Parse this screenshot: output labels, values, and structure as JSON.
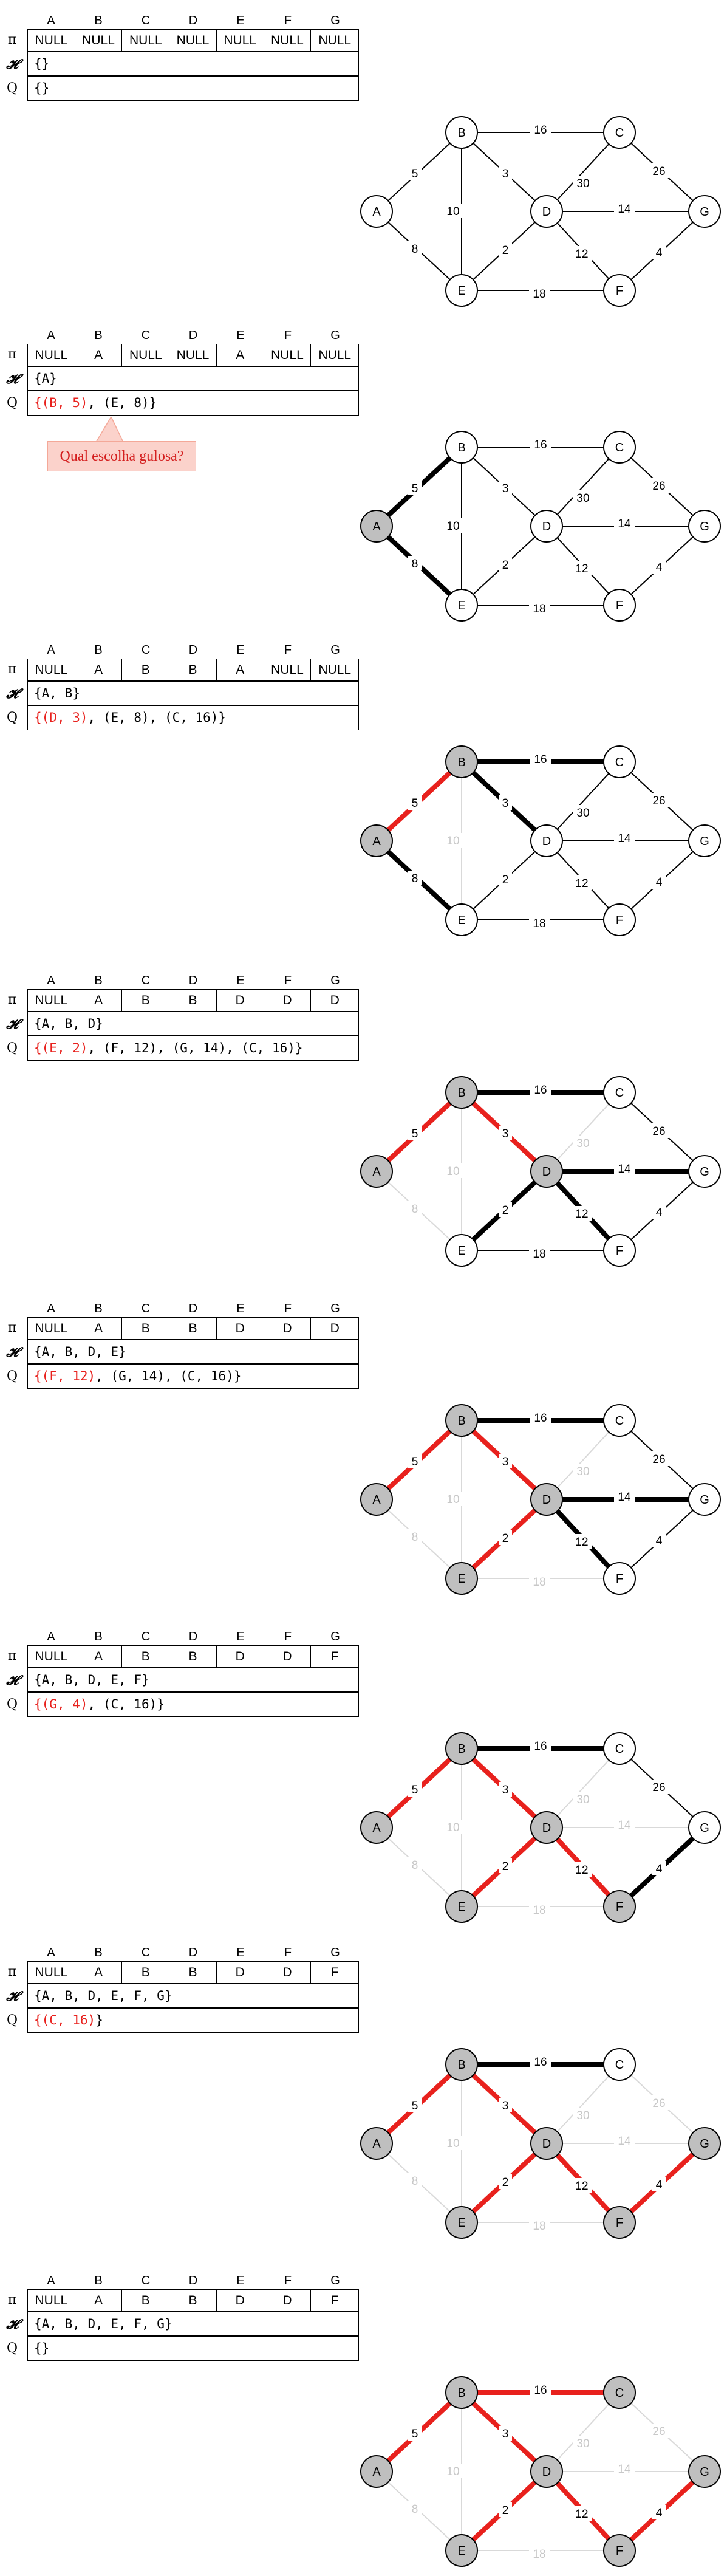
{
  "columns": [
    "A",
    "B",
    "C",
    "D",
    "E",
    "F",
    "G"
  ],
  "row_labels": {
    "pi": "π",
    "h": "𝓗",
    "q": "Q"
  },
  "callout": "Qual escolha gulosa?",
  "graph": {
    "nodes": [
      "A",
      "B",
      "C",
      "D",
      "E",
      "F",
      "G"
    ],
    "edges": [
      {
        "id": "AB",
        "from": "A",
        "to": "B",
        "weight": "5"
      },
      {
        "id": "AE",
        "from": "A",
        "to": "E",
        "weight": "8"
      },
      {
        "id": "BC",
        "from": "B",
        "to": "C",
        "weight": "16"
      },
      {
        "id": "BE",
        "from": "B",
        "to": "E",
        "weight": "10"
      },
      {
        "id": "BD",
        "from": "B",
        "to": "D",
        "weight": "3"
      },
      {
        "id": "CD",
        "from": "C",
        "to": "D",
        "weight": "30"
      },
      {
        "id": "CG",
        "from": "C",
        "to": "G",
        "weight": "26"
      },
      {
        "id": "DG",
        "from": "D",
        "to": "G",
        "weight": "14"
      },
      {
        "id": "DE",
        "from": "D",
        "to": "E",
        "weight": "2"
      },
      {
        "id": "DF",
        "from": "D",
        "to": "F",
        "weight": "12"
      },
      {
        "id": "EF",
        "from": "E",
        "to": "F",
        "weight": "18"
      },
      {
        "id": "FG",
        "from": "F",
        "to": "G",
        "weight": "4"
      }
    ]
  },
  "steps": [
    {
      "pi": [
        "NULL",
        "NULL",
        "NULL",
        "NULL",
        "NULL",
        "NULL",
        "NULL"
      ],
      "h": "{}",
      "q": "{}",
      "q_highlight": "",
      "visited": [],
      "edge_styles": {}
    },
    {
      "pi": [
        "NULL",
        "A",
        "NULL",
        "NULL",
        "A",
        "NULL",
        "NULL"
      ],
      "h": "{A}",
      "q": ", (E, 8)}",
      "q_highlight": "(B, 5)",
      "visited": [
        "A"
      ],
      "edge_styles": {
        "AB": "bold",
        "AE": "bold"
      }
    },
    {
      "pi": [
        "NULL",
        "A",
        "B",
        "B",
        "A",
        "NULL",
        "NULL"
      ],
      "h": "{A, B}",
      "q": ", (E, 8), (C, 16)}",
      "q_highlight": "(D, 3)",
      "visited": [
        "A",
        "B"
      ],
      "edge_styles": {
        "AB": "red",
        "AE": "bold",
        "BC": "bold",
        "BD": "bold",
        "BE": "faded"
      }
    },
    {
      "pi": [
        "NULL",
        "A",
        "B",
        "B",
        "D",
        "D",
        "D"
      ],
      "h": "{A, B, D}",
      "q": ", (F, 12), (G, 14), (C, 16)}",
      "q_highlight": "(E, 2)",
      "visited": [
        "A",
        "B",
        "D"
      ],
      "edge_styles": {
        "AB": "red",
        "BD": "red",
        "AE": "faded",
        "BE": "faded",
        "CD": "faded",
        "BC": "bold",
        "DG": "bold",
        "DE": "bold",
        "DF": "bold"
      }
    },
    {
      "pi": [
        "NULL",
        "A",
        "B",
        "B",
        "D",
        "D",
        "D"
      ],
      "h": "{A, B, D, E}",
      "q": ", (G, 14), (C, 16)}",
      "q_highlight": "(F, 12)",
      "visited": [
        "A",
        "B",
        "D",
        "E"
      ],
      "edge_styles": {
        "AB": "red",
        "BD": "red",
        "DE": "red",
        "AE": "faded",
        "BE": "faded",
        "CD": "faded",
        "EF": "faded",
        "BC": "bold",
        "DG": "bold",
        "DF": "bold"
      }
    },
    {
      "pi": [
        "NULL",
        "A",
        "B",
        "B",
        "D",
        "D",
        "F"
      ],
      "h": "{A, B, D, E, F}",
      "q": ", (C, 16)}",
      "q_highlight": "(G, 4)",
      "visited": [
        "A",
        "B",
        "D",
        "E",
        "F"
      ],
      "edge_styles": {
        "AB": "red",
        "BD": "red",
        "DE": "red",
        "DF": "red",
        "AE": "faded",
        "BE": "faded",
        "CD": "faded",
        "EF": "faded",
        "DG": "faded",
        "BC": "bold",
        "FG": "bold"
      }
    },
    {
      "pi": [
        "NULL",
        "A",
        "B",
        "B",
        "D",
        "D",
        "F"
      ],
      "h": "{A, B, D, E, F, G}",
      "q": "}",
      "q_highlight": "(C, 16)",
      "visited": [
        "A",
        "B",
        "D",
        "E",
        "F",
        "G"
      ],
      "edge_styles": {
        "AB": "red",
        "BD": "red",
        "DE": "red",
        "DF": "red",
        "FG": "red",
        "AE": "faded",
        "BE": "faded",
        "CD": "faded",
        "EF": "faded",
        "DG": "faded",
        "CG": "faded",
        "BC": "bold"
      }
    },
    {
      "pi": [
        "NULL",
        "A",
        "B",
        "B",
        "D",
        "D",
        "F"
      ],
      "h": "{A, B, D, E, F, G}",
      "q": "{}",
      "q_highlight": "",
      "visited": [
        "A",
        "B",
        "C",
        "D",
        "E",
        "F",
        "G"
      ],
      "edge_styles": {
        "AB": "red",
        "BD": "red",
        "DE": "red",
        "DF": "red",
        "FG": "red",
        "BC": "red",
        "AE": "faded",
        "BE": "faded",
        "CD": "faded",
        "EF": "faded",
        "DG": "faded",
        "CG": "faded"
      }
    }
  ]
}
